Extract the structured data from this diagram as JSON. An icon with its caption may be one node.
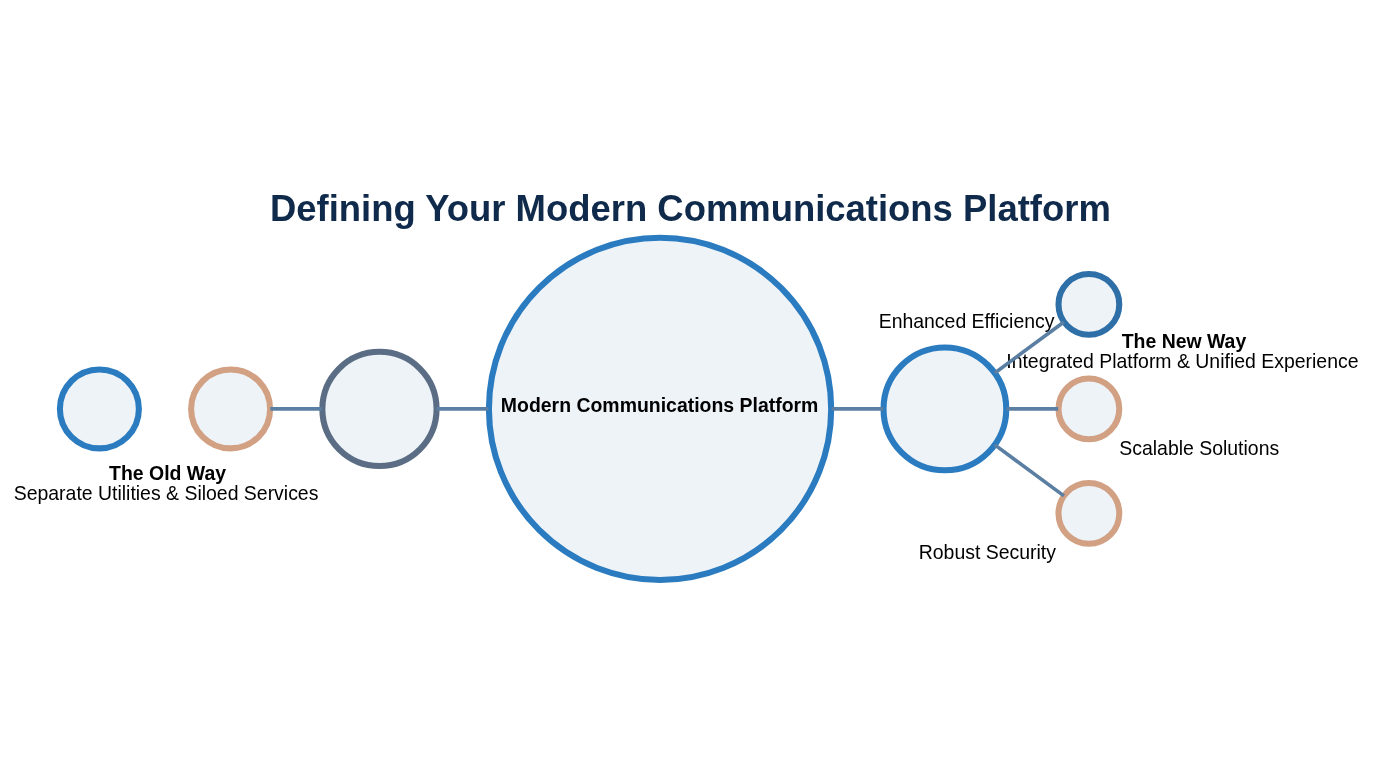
{
  "diagram": {
    "title": "Defining Your Modern Communications Platform",
    "nodes": [
      {
        "text": [],
        "shape": "circle"
      },
      {
        "text": [],
        "shape": "circle"
      },
      {
        "text": [],
        "shape": "circle",
        "beside": [
          "The Old Way",
          "Separate Utilities & Siloed Services"
        ]
      },
      {
        "text": [
          "Modern Communications Platform"
        ]
      },
      {
        "text": [],
        "shape": "circle",
        "beside": [
          "The New Way",
          "Integrated Platform & Unified Experience"
        ]
      },
      {
        "text": [],
        "shape": "circle",
        "beside": [
          "Enhanced Efficiency"
        ]
      },
      {
        "text": [],
        "shape": "circle",
        "beside": [
          "Scalable Solutions"
        ]
      },
      {
        "text": [],
        "shape": "circle",
        "beside": [
          "Robust Security"
        ]
      }
    ],
    "edges": [
      {
        "from": 1,
        "to": 2,
        "arrow": "none"
      },
      {
        "from": 2,
        "to": 3,
        "arrow": "none"
      },
      {
        "from": 3,
        "to": 4,
        "arrow": "none"
      },
      {
        "from": 4,
        "to": 5,
        "arrow": "none"
      },
      {
        "from": 4,
        "to": 6,
        "arrow": "none"
      },
      {
        "from": 4,
        "to": 7,
        "arrow": "none"
      }
    ]
  }
}
